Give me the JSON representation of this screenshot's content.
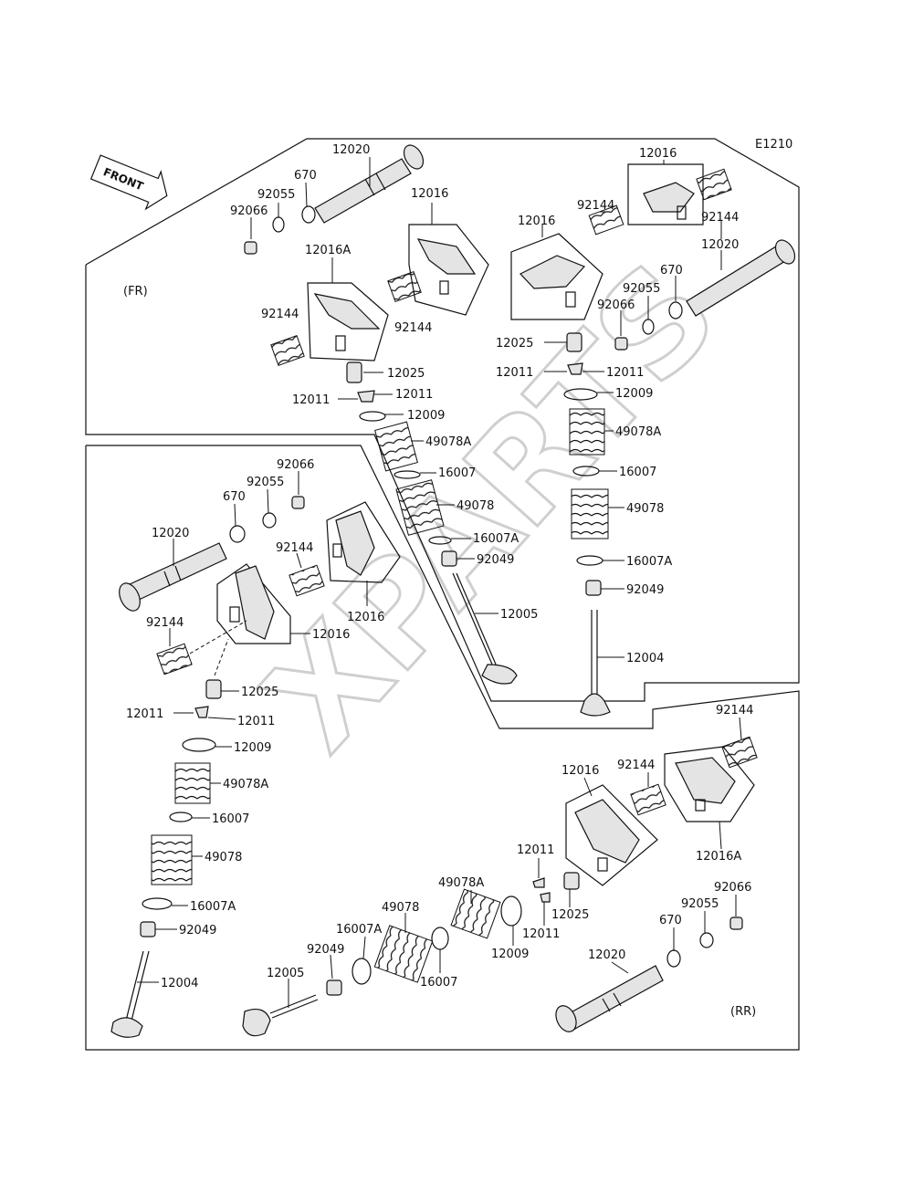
{
  "diagram_code": "E1210",
  "front_label": "FRONT",
  "fr_label": "(FR)",
  "rr_label": "(RR)",
  "watermark": "XPARTS",
  "labels": [
    {
      "id": "l1",
      "text": "12020"
    },
    {
      "id": "l2",
      "text": "670"
    },
    {
      "id": "l3",
      "text": "92055"
    },
    {
      "id": "l4",
      "text": "92066"
    },
    {
      "id": "l5",
      "text": "12016"
    },
    {
      "id": "l6",
      "text": "12016A"
    },
    {
      "id": "l7",
      "text": "92144"
    },
    {
      "id": "l8",
      "text": "92144"
    },
    {
      "id": "l9",
      "text": "12025"
    },
    {
      "id": "l10",
      "text": "12011"
    },
    {
      "id": "l11",
      "text": "12011"
    },
    {
      "id": "l12",
      "text": "12009"
    },
    {
      "id": "l13",
      "text": "49078A"
    },
    {
      "id": "l14",
      "text": "16007"
    },
    {
      "id": "l15",
      "text": "49078"
    },
    {
      "id": "l16",
      "text": "16007A"
    },
    {
      "id": "l17",
      "text": "92049"
    },
    {
      "id": "l18",
      "text": "12005"
    },
    {
      "id": "r1",
      "text": "12016"
    },
    {
      "id": "r2",
      "text": "92144"
    },
    {
      "id": "r3",
      "text": "92144"
    },
    {
      "id": "r4",
      "text": "12016"
    },
    {
      "id": "r5",
      "text": "12020"
    },
    {
      "id": "r6",
      "text": "670"
    },
    {
      "id": "r7",
      "text": "92055"
    },
    {
      "id": "r8",
      "text": "92066"
    },
    {
      "id": "r9",
      "text": "12025"
    },
    {
      "id": "r10",
      "text": "12011"
    },
    {
      "id": "r11",
      "text": "12011"
    },
    {
      "id": "r12",
      "text": "12009"
    },
    {
      "id": "r13",
      "text": "49078A"
    },
    {
      "id": "r14",
      "text": "16007"
    },
    {
      "id": "r15",
      "text": "49078"
    },
    {
      "id": "r16",
      "text": "16007A"
    },
    {
      "id": "r17",
      "text": "92049"
    },
    {
      "id": "r18",
      "text": "12004"
    },
    {
      "id": "m1",
      "text": "92066"
    },
    {
      "id": "m2",
      "text": "92055"
    },
    {
      "id": "m3",
      "text": "670"
    },
    {
      "id": "m4",
      "text": "12020"
    },
    {
      "id": "m5",
      "text": "92144"
    },
    {
      "id": "m6",
      "text": "12016"
    },
    {
      "id": "m7",
      "text": "92144"
    },
    {
      "id": "m8",
      "text": "12016"
    },
    {
      "id": "m9",
      "text": "12025"
    },
    {
      "id": "m10",
      "text": "12011"
    },
    {
      "id": "m11",
      "text": "12011"
    },
    {
      "id": "m12",
      "text": "12009"
    },
    {
      "id": "m13",
      "text": "49078A"
    },
    {
      "id": "m14",
      "text": "16007"
    },
    {
      "id": "m15",
      "text": "49078"
    },
    {
      "id": "m16",
      "text": "16007A"
    },
    {
      "id": "m17",
      "text": "92049"
    },
    {
      "id": "m18",
      "text": "12004"
    },
    {
      "id": "b1",
      "text": "92144"
    },
    {
      "id": "b2",
      "text": "92144"
    },
    {
      "id": "b3",
      "text": "12016"
    },
    {
      "id": "b4",
      "text": "12016A"
    },
    {
      "id": "b5",
      "text": "92066"
    },
    {
      "id": "b6",
      "text": "92055"
    },
    {
      "id": "b7",
      "text": "670"
    },
    {
      "id": "b8",
      "text": "12020"
    },
    {
      "id": "b9",
      "text": "12011"
    },
    {
      "id": "b10",
      "text": "12025"
    },
    {
      "id": "b11",
      "text": "12011"
    },
    {
      "id": "b12",
      "text": "49078A"
    },
    {
      "id": "b13",
      "text": "12009"
    },
    {
      "id": "b14",
      "text": "49078"
    },
    {
      "id": "b15",
      "text": "16007A"
    },
    {
      "id": "b16",
      "text": "16007"
    },
    {
      "id": "b17",
      "text": "92049"
    },
    {
      "id": "b18",
      "text": "12005"
    }
  ]
}
